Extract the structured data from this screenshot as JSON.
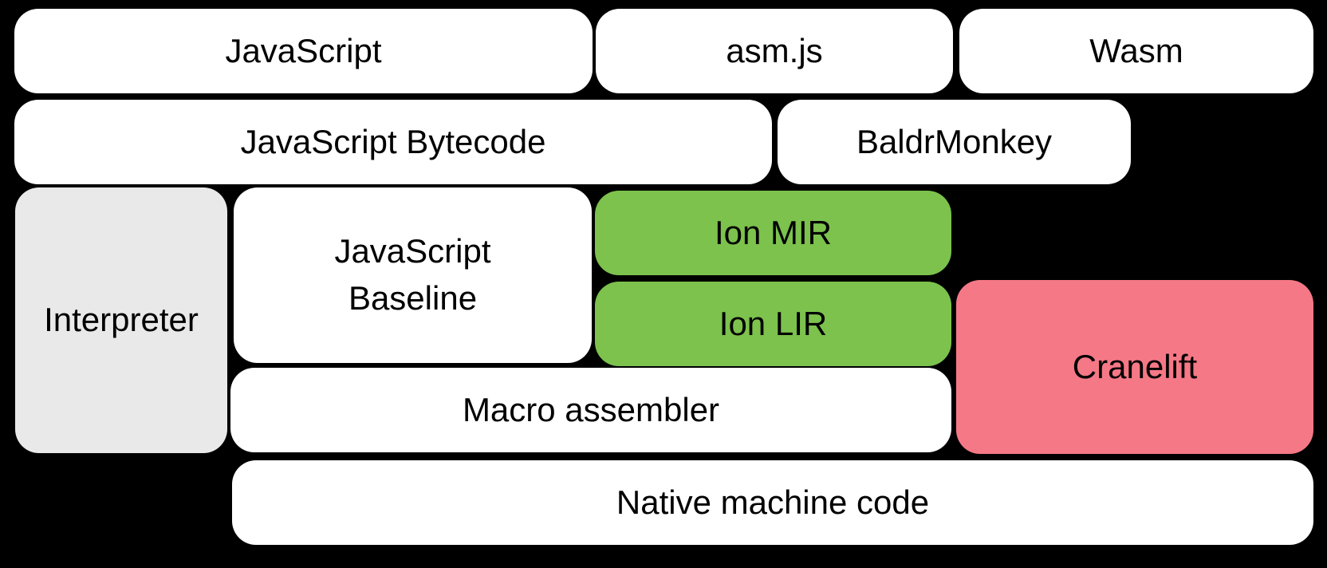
{
  "colors": {
    "background": "#000000",
    "box_white": "#ffffff",
    "box_gray": "#e9e9e9",
    "box_green": "#7cc24d",
    "box_pink": "#f57886",
    "text": "#000000"
  },
  "nodes": {
    "javascript": {
      "label": "JavaScript"
    },
    "asmjs": {
      "label": "asm.js"
    },
    "wasm": {
      "label": "Wasm"
    },
    "bytecode": {
      "label": "JavaScript Bytecode"
    },
    "baldrmonkey": {
      "label": "BaldrMonkey"
    },
    "interpreter": {
      "label": "Interpreter"
    },
    "baseline": {
      "line1": "JavaScript",
      "line2": "Baseline"
    },
    "ion_mir": {
      "label": "Ion MIR"
    },
    "ion_lir": {
      "label": "Ion LIR"
    },
    "cranelift": {
      "label": "Cranelift"
    },
    "macro_assembler": {
      "label": "Macro assembler"
    },
    "native_code": {
      "label": "Native machine code"
    }
  }
}
